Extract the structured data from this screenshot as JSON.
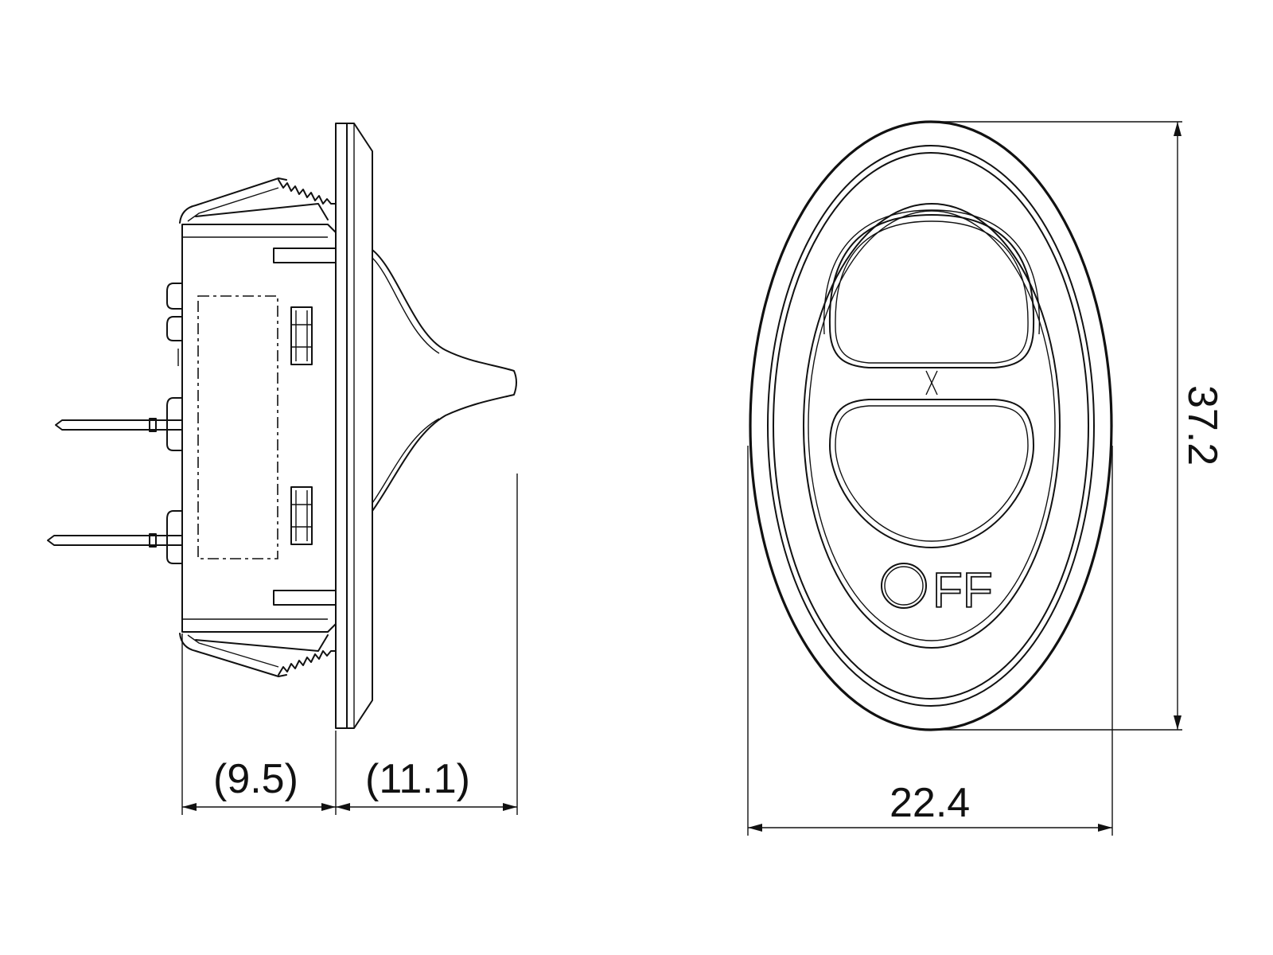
{
  "dimensions": {
    "depth_body": "(9.5)",
    "depth_actuator": "(11.1)",
    "width": "22.4",
    "height": "37.2"
  },
  "marking": {
    "letters": "FF"
  },
  "colors": {
    "stroke": "#111111",
    "background": "#ffffff"
  }
}
